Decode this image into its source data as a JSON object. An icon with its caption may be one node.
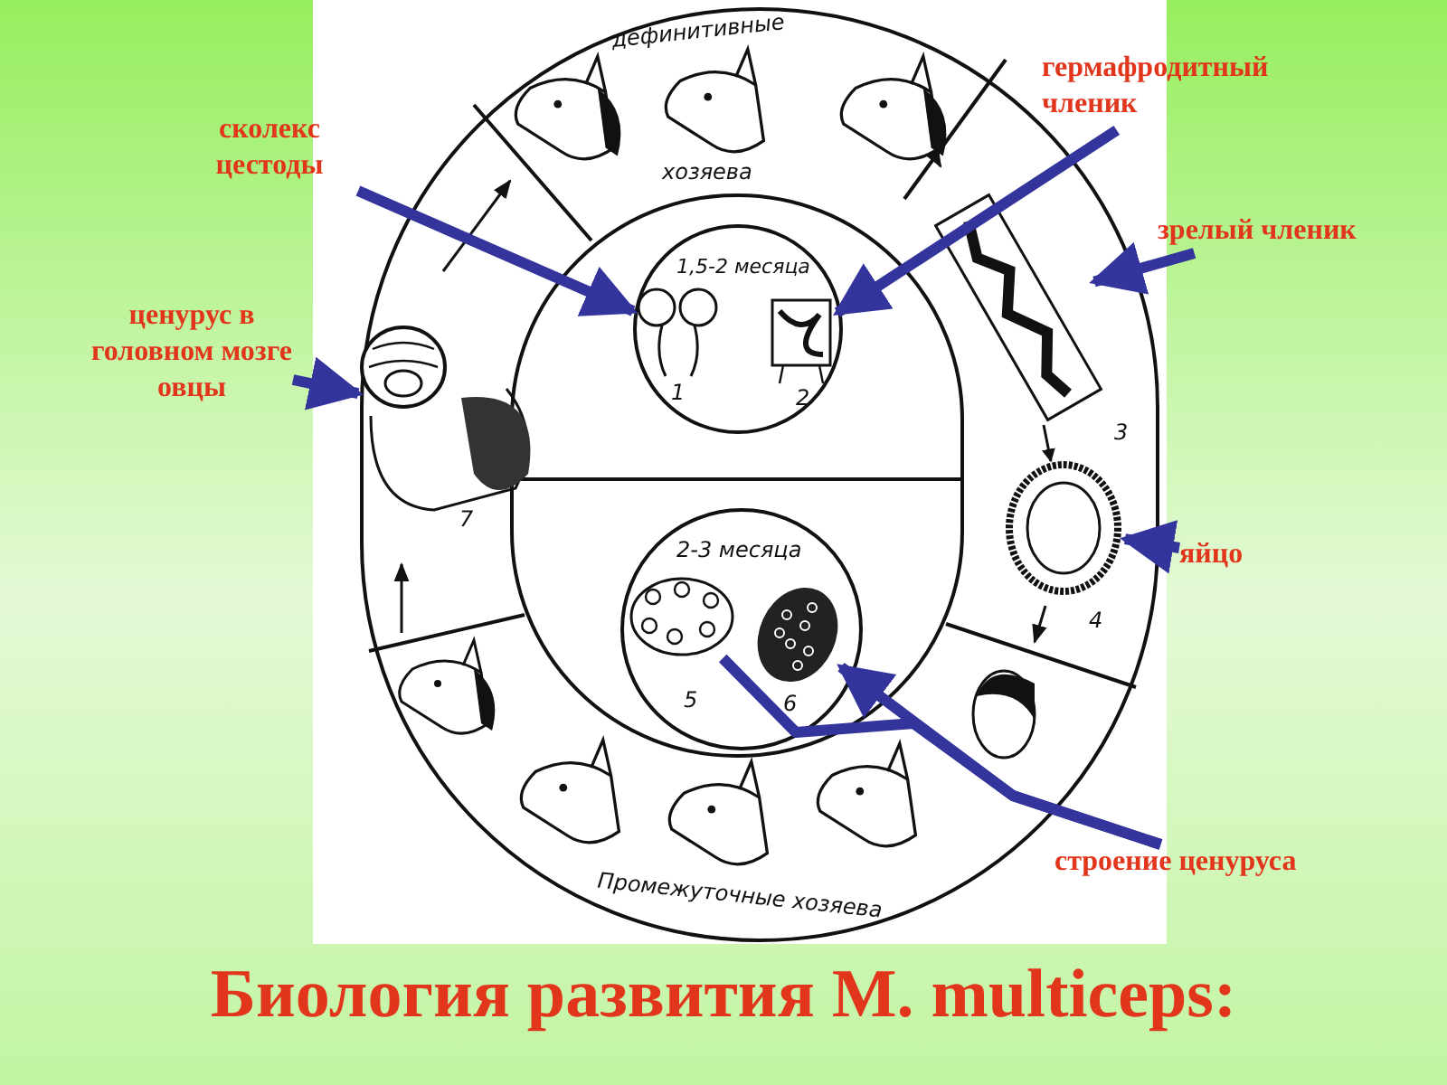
{
  "diagram": {
    "title": "Биология развития M. multiceps:",
    "nodes": [
      {
        "text": [
          "сколекс цестоды"
        ]
      },
      {
        "text": [
          "гермафродитный членик"
        ]
      },
      {
        "text": [
          "зрелый членик"
        ]
      },
      {
        "text": [
          "ценурус в головном мозге овцы"
        ]
      },
      {
        "text": [
          "яйцо"
        ]
      },
      {
        "text": [
          "строение ценуруса"
        ]
      },
      {
        "text": [],
        "shape": "picture",
        "beside": [
          "1"
        ]
      },
      {
        "text": [],
        "shape": "picture",
        "beside": [
          "2"
        ]
      },
      {
        "text": [],
        "shape": "picture",
        "beside": [
          "3"
        ]
      },
      {
        "text": [],
        "shape": "picture",
        "beside": [
          "7"
        ]
      },
      {
        "text": [],
        "shape": "picture",
        "beside": [
          "4"
        ]
      },
      {
        "text": [],
        "shape": "picture",
        "beside": [
          "6"
        ]
      },
      {
        "text": [],
        "shape": "picture",
        "beside": [
          "5"
        ]
      }
    ],
    "edges": [
      {
        "from": 0,
        "to": 6,
        "arrow": "to"
      },
      {
        "from": 1,
        "to": 7,
        "arrow": "to"
      },
      {
        "from": 2,
        "to": 8,
        "arrow": "to"
      },
      {
        "from": 3,
        "to": 9,
        "arrow": "to"
      },
      {
        "from": 4,
        "to": 10,
        "arrow": "to"
      },
      {
        "from": 5,
        "to": 11,
        "arrow": "to"
      },
      {
        "from": 5,
        "to": 12,
        "arrow": "none"
      },
      {
        "from": 8,
        "to": 10,
        "arrow": "to",
        "color": "#111111"
      }
    ],
    "labels": [
      "дефинитивные",
      "хозяева",
      "1,5-2 месяца",
      "2-3 месяца",
      "Промежуточные хозяева"
    ]
  }
}
